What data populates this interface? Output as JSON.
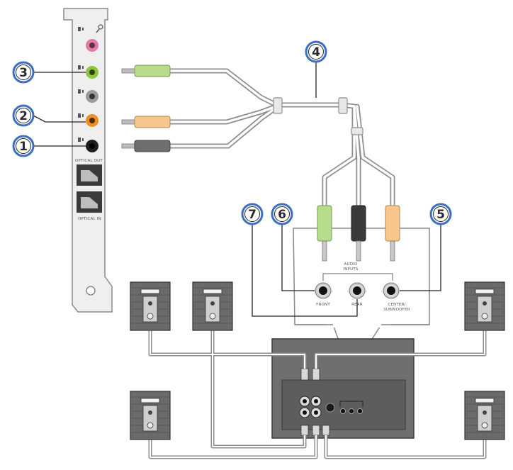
{
  "card": {
    "optical_out_label": "OPTICAL OUT",
    "optical_in_label": "OPTICAL IN"
  },
  "inset": {
    "group_label_line1": "AUDIO",
    "group_label_line2": "INPUTS",
    "front_label": "FRONT",
    "rear_label": "REAR",
    "center_label_line1": "CENTER/",
    "center_label_line2": "SUBWOOFER"
  },
  "callouts": [
    {
      "id": "1",
      "label": "1"
    },
    {
      "id": "2",
      "label": "2"
    },
    {
      "id": "3",
      "label": "3"
    },
    {
      "id": "4",
      "label": "4"
    },
    {
      "id": "5",
      "label": "5"
    },
    {
      "id": "6",
      "label": "6"
    },
    {
      "id": "7",
      "label": "7"
    }
  ],
  "colors": {
    "jack_pink": "#e07aa8",
    "jack_green": "#8cc63f",
    "jack_orange": "#f28c1e",
    "jack_black": "#1e1e1e",
    "jack_gray": "#9a9a9a",
    "plug_green": "#b6dc8c",
    "plug_orange": "#f6c68a",
    "plug_black": "#3a3a3a",
    "callout_ring": "#3a6fc4"
  }
}
